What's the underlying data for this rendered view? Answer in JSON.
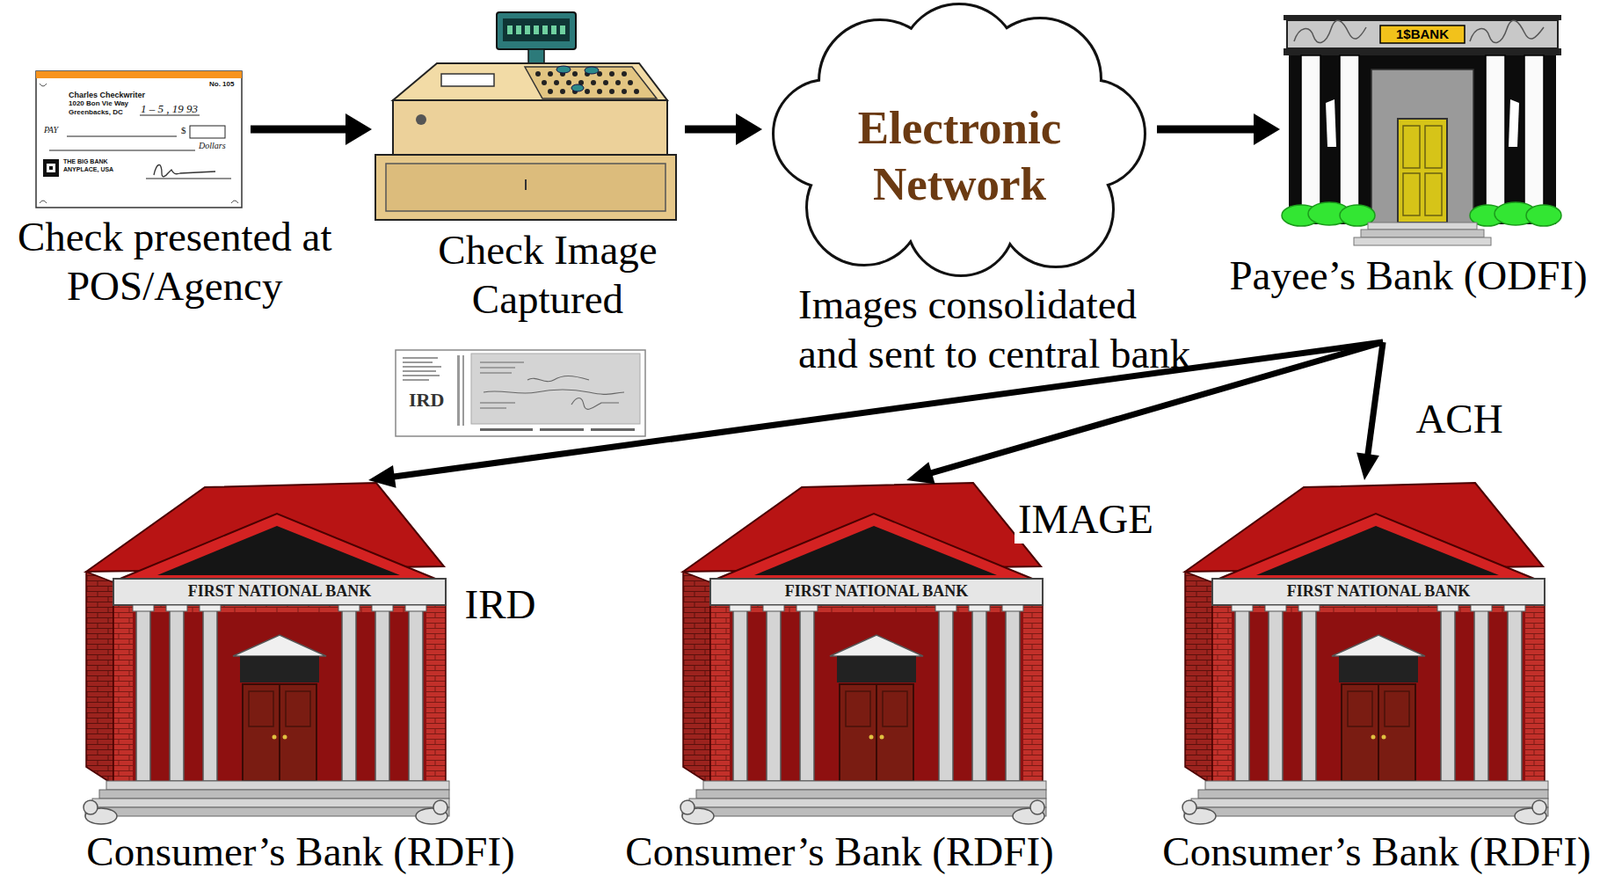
{
  "diagram": {
    "nodes": [
      {
        "text": [
          "Check presented at POS/Agency"
        ]
      },
      {
        "text": [
          "Check Image Captured"
        ]
      },
      {
        "text": [
          "Electronic Network",
          "Images consolidated and sent to central bank"
        ]
      },
      {
        "text": [
          "1$BANK",
          "Payee’s Bank (ODFI)"
        ]
      },
      {
        "text": [
          "FIRST NATIONAL BANK",
          "Consumer’s Bank (RDFI)"
        ]
      },
      {
        "text": [
          "FIRST NATIONAL BANK",
          "Consumer’s Bank (RDFI)"
        ]
      },
      {
        "text": [
          "FIRST NATIONAL BANK",
          "Consumer’s Bank (RDFI)"
        ]
      }
    ],
    "edges": [
      {
        "from": 0,
        "to": 1,
        "arrow": "to"
      },
      {
        "from": 1,
        "to": 2,
        "arrow": "to"
      },
      {
        "from": 2,
        "to": 3,
        "arrow": "to"
      },
      {
        "from": 3,
        "to": 4,
        "arrow": "to",
        "label": "IRD"
      },
      {
        "from": 3,
        "to": 5,
        "arrow": "to",
        "label": "IMAGE"
      },
      {
        "from": 3,
        "to": 6,
        "arrow": "to",
        "label": "ACH"
      }
    ],
    "labels": [
      "Charles Checkwriter",
      "1020 Bon Vie Way",
      "Greenbacks, DC",
      "No. 105",
      "1 – 5 , 19 93",
      "PAY",
      "$",
      "Dollars",
      "THE BIG BANK",
      "ANYPLACE, USA",
      "IRD"
    ]
  }
}
